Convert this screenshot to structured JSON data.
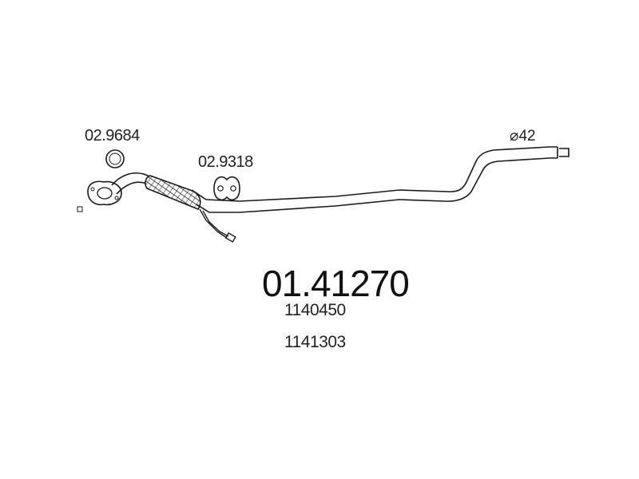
{
  "labels": {
    "gasket_code": "02.9684",
    "hanger_code": "02.9318",
    "diameter": "⌀42"
  },
  "part": {
    "number": "01.41270",
    "oem_numbers": [
      "1140450",
      "1141303"
    ]
  },
  "colors": {
    "line": "#1a1a1a",
    "background": "#ffffff"
  }
}
